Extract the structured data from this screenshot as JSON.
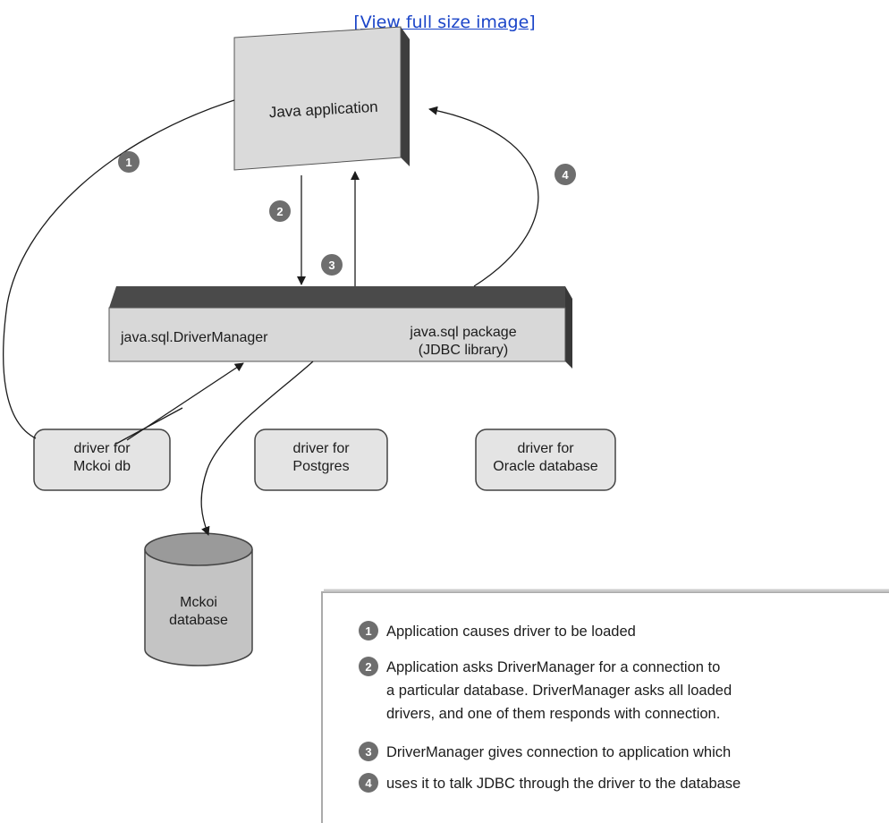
{
  "link": {
    "label": "[View full size image]"
  },
  "diagram": {
    "java_app": "Java application",
    "driver_manager": "java.sql.DriverManager",
    "package_line1": "java.sql package",
    "package_line2": "(JDBC library)",
    "drivers": [
      {
        "line1": "driver for",
        "line2": "Mckoi db"
      },
      {
        "line1": "driver for",
        "line2": "Postgres"
      },
      {
        "line1": "driver for",
        "line2": "Oracle database"
      }
    ],
    "database": {
      "line1": "Mckoi",
      "line2": "database"
    },
    "step_markers": [
      "1",
      "2",
      "3",
      "4"
    ]
  },
  "legend": {
    "items": [
      {
        "num": "1",
        "lines": [
          "Application causes driver to be loaded"
        ]
      },
      {
        "num": "2",
        "lines": [
          "Application asks DriverManager for a connection to",
          "a particular database. DriverManager asks all loaded",
          "drivers, and one of them responds with connection."
        ]
      },
      {
        "num": "3",
        "lines": [
          "DriverManager gives connection to application which"
        ]
      },
      {
        "num": "4",
        "lines": [
          "uses it to talk JDBC through the driver to the database"
        ]
      }
    ]
  },
  "colors": {
    "link": "#1a44c8",
    "box_face": "#dcdcdc",
    "box_dark": "#555555",
    "marker": "#6e6e6e"
  }
}
